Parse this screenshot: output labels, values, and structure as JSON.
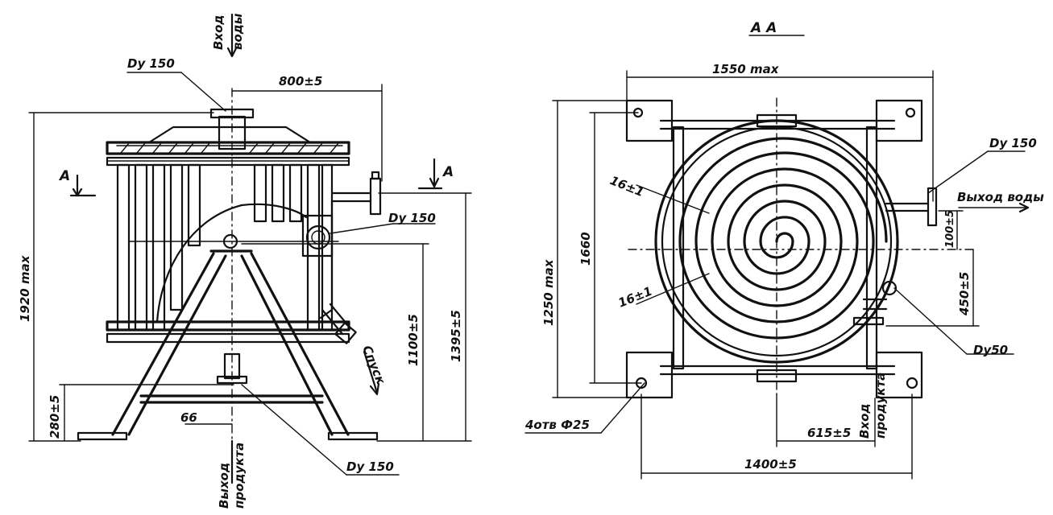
{
  "left_view": {
    "water_inlet": [
      "Вход",
      "воды"
    ],
    "inlet_flange": "Dy 150",
    "horizontal_dim": "800±5",
    "section_mark_left": "А",
    "section_mark_right": "А",
    "side_flange": "Dy 150",
    "total_height": "1920 max",
    "height_1100": "1100±5",
    "height_1395": "1395±5",
    "height_280": "280±5",
    "offset_66": "66",
    "drain": "Спуск",
    "product_outlet": [
      "Выход",
      "продукта"
    ],
    "bottom_flange": "Dy 150"
  },
  "right_view": {
    "section_title": "А  А",
    "width_top": "1550 max",
    "height_max": "1250 max",
    "height_1660": "1660",
    "spiral_gap_upper": "16±1",
    "spiral_gap_lower": "16±1",
    "outlet_flange": "Dy 150",
    "water_outlet": "Выход воды",
    "dim_100": "100±5",
    "dim_450": "450±5",
    "drain_flange": "Dy50",
    "holes": "4отв Ф25",
    "dim_615": "615±5",
    "product_inlet": [
      "Вход",
      "продукта"
    ],
    "dim_1400": "1400±5"
  }
}
